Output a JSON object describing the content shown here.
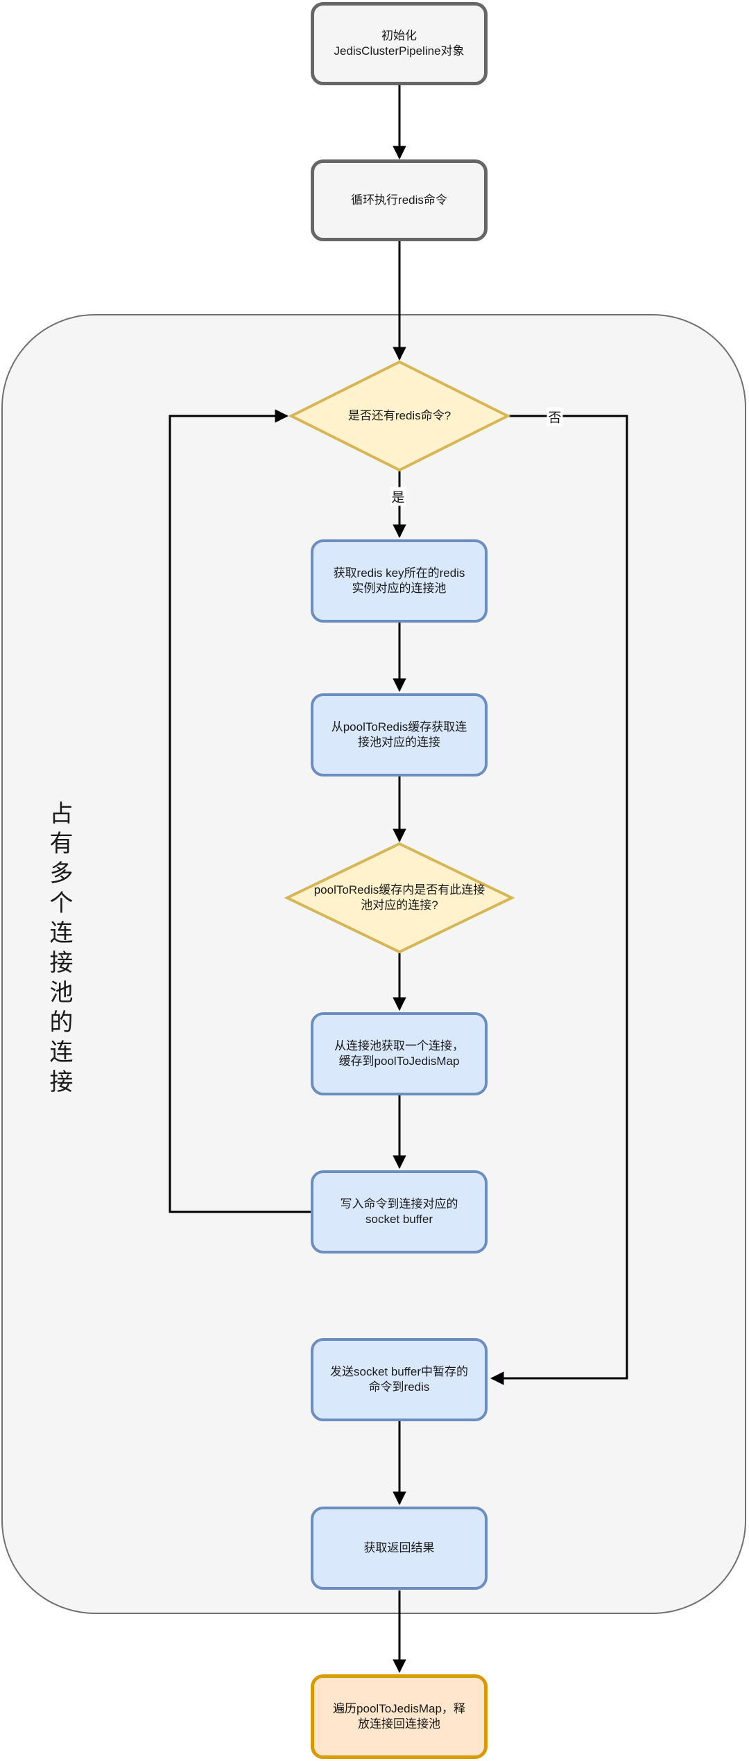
{
  "diagram": {
    "nodes": {
      "init": "初始化\nJedisClusterPipeline对象",
      "loop_exec": "循环执行redis命令",
      "decision_has_more": "是否还有redis命令?",
      "get_pool": "获取redis key所在的redis\n实例对应的连接池",
      "get_cached_conn": "从poolToRedis缓存获取连\n接池对应的连接",
      "decision_pool_cached": "poolToRedis缓存内是否有此连接\n池对应的连接?",
      "get_new_conn": "从连接池获取一个连接，\n缓存到poolToJedisMap",
      "write_buffer": "写入命令到连接对应的\nsocket buffer",
      "send_buffer": "发送socket buffer中暂存的\n命令到redis",
      "get_results": "获取返回结果",
      "release_conns": "遍历poolToJedisMap，释\n放连接回连接池"
    },
    "edge_labels": {
      "yes": "是",
      "no": "否"
    },
    "container_label": "占有多个连接池的连接",
    "colors": {
      "gray_fill": "#f5f5f5",
      "gray_border": "#666666",
      "blue_fill": "#dae8fc",
      "blue_border": "#6c8ebf",
      "yellow_fill": "#fff2cc",
      "yellow_border": "#d6b656",
      "orange_fill": "#ffe6cc",
      "orange_border": "#d79b00",
      "container_fill": "#f5f5f5",
      "container_border": "#707070",
      "arrow": "#000000"
    }
  }
}
